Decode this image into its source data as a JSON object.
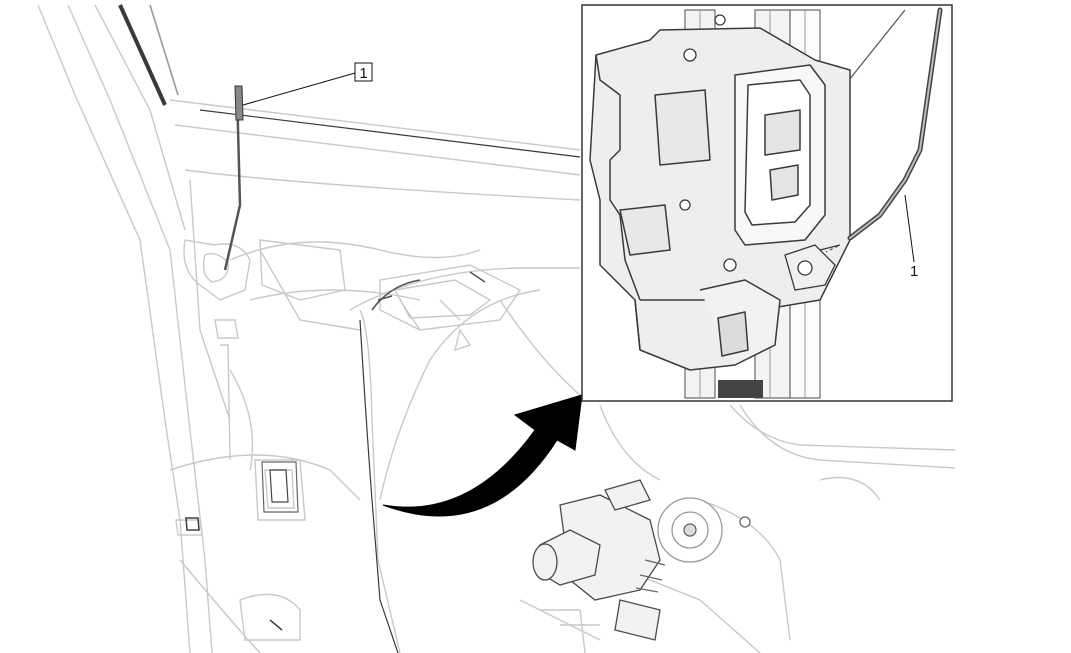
{
  "diagram": {
    "callouts": [
      {
        "id": "main",
        "label": "1",
        "boxed": true
      },
      {
        "id": "inset",
        "label": "1",
        "boxed": false
      }
    ],
    "colors": {
      "background": "#ffffff",
      "line_light": "#c9c9c9",
      "line_mid": "#9a9a9a",
      "line_dark": "#3a3a3a",
      "arrow": "#000000",
      "inset_border": "#333333",
      "part_fill": "#eeeeee"
    }
  }
}
